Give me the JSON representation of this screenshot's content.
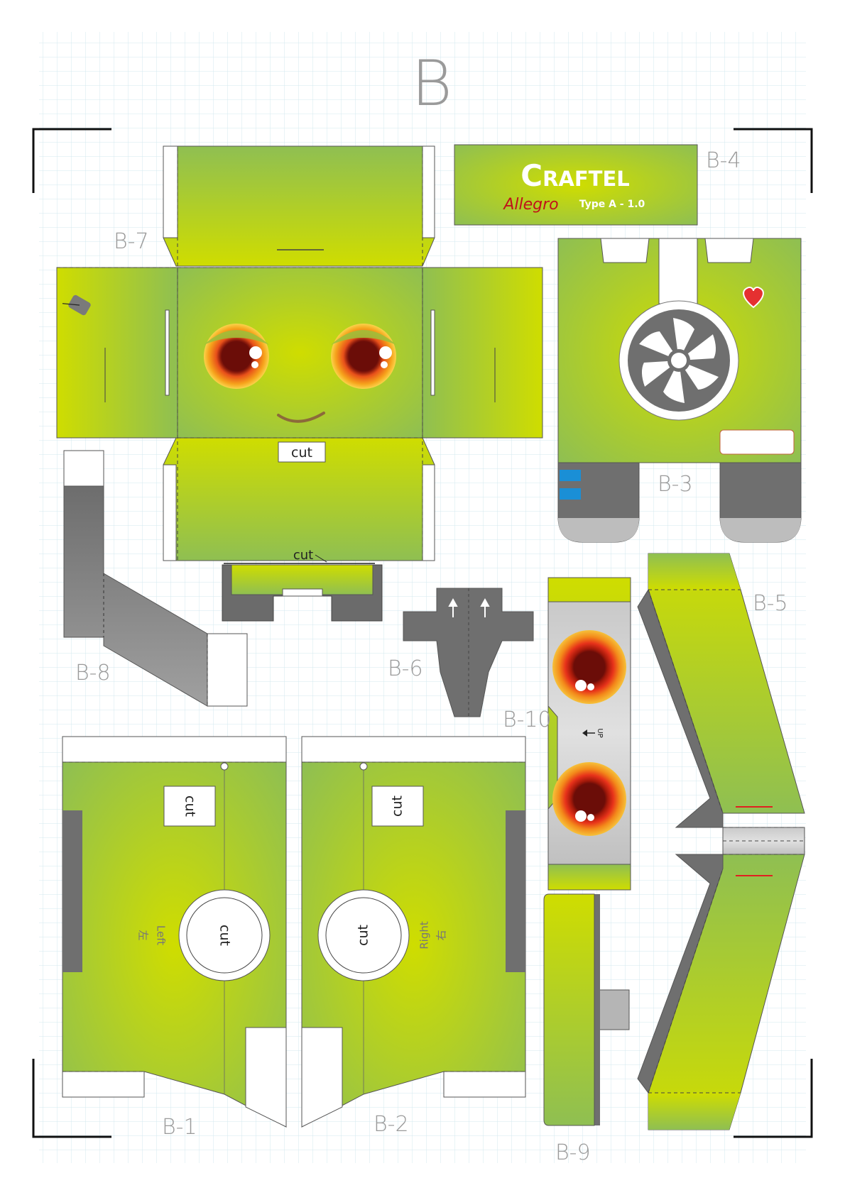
{
  "sheet": {
    "page_letter": "B",
    "colors": {
      "grid": "#cfe4ec",
      "green_light": "#cfdd00",
      "green_dark": "#8fbf52",
      "gray_dark": "#6f6f6f",
      "gray_mid": "#8c8c8c",
      "gray_light": "#bdbdbd",
      "heart": "#e53030",
      "eye_outer": "#e8501a",
      "eye_mid": "#f4a31c",
      "eye_pupil": "#6b0d08",
      "logo_red": "#c0121a",
      "mouth": "#8c6a3a",
      "blue_port": "#1a8fd6"
    },
    "icons": {
      "heart": "heart-icon",
      "fan": "fan-icon",
      "arrow": "arrow-up-icon"
    }
  },
  "parts": {
    "b1": {
      "label": "B-1",
      "cut_box": "cut",
      "cut_circle": "cut",
      "side_en": "Left",
      "side_jp": "左"
    },
    "b2": {
      "label": "B-2",
      "cut_box": "cut",
      "cut_circle": "cut",
      "side_en": "Right",
      "side_jp": "右"
    },
    "b3": {
      "label": "B-3"
    },
    "b4": {
      "label": "B-4",
      "brand": "Craftel",
      "model": "Allegro",
      "version": "Type A - 1.0"
    },
    "b5": {
      "label": "B-5"
    },
    "b6": {
      "label": "B-6"
    },
    "b7": {
      "label": "B-7",
      "cut_box": "cut",
      "cut_slot": "cut"
    },
    "b8": {
      "label": "B-8"
    },
    "b9": {
      "label": "B-9"
    },
    "b10": {
      "label": "B-10",
      "up_text": "UP"
    }
  }
}
